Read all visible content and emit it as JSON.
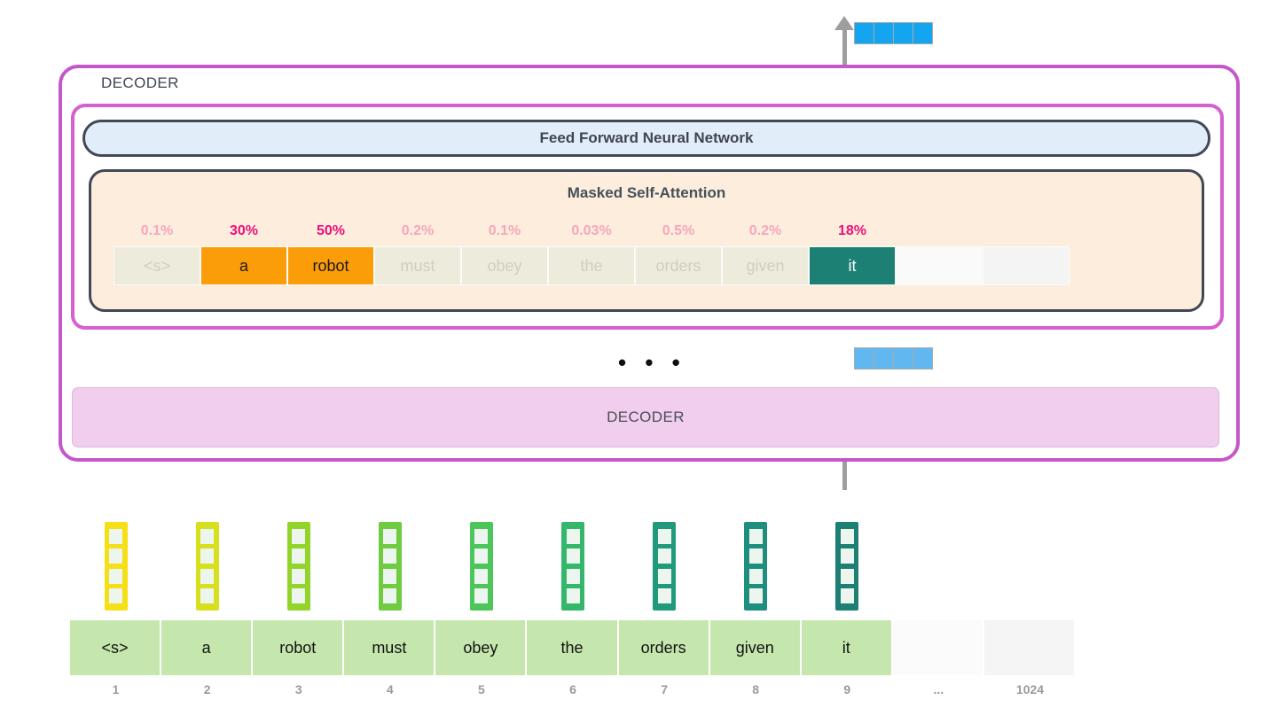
{
  "outer_decoder": {
    "label": "DECODER"
  },
  "ffnn": {
    "label": "Feed Forward Neural Network"
  },
  "self_attention": {
    "label": "Masked Self-Attention",
    "percentages": [
      {
        "value": "0.1%",
        "emphasis": "low"
      },
      {
        "value": "30%",
        "emphasis": "high"
      },
      {
        "value": "50%",
        "emphasis": "high"
      },
      {
        "value": "0.2%",
        "emphasis": "low"
      },
      {
        "value": "0.1%",
        "emphasis": "low"
      },
      {
        "value": "0.03%",
        "emphasis": "low"
      },
      {
        "value": "0.5%",
        "emphasis": "low"
      },
      {
        "value": "0.2%",
        "emphasis": "low"
      },
      {
        "value": "18%",
        "emphasis": "high"
      }
    ],
    "tokens": [
      {
        "text": "<s>",
        "state": "dim"
      },
      {
        "text": "a",
        "state": "orange"
      },
      {
        "text": "robot",
        "state": "orange"
      },
      {
        "text": "must",
        "state": "dim"
      },
      {
        "text": "obey",
        "state": "dim"
      },
      {
        "text": "the",
        "state": "dim"
      },
      {
        "text": "orders",
        "state": "dim"
      },
      {
        "text": "given",
        "state": "dim"
      },
      {
        "text": "it",
        "state": "teal"
      },
      {
        "text": "",
        "state": "empty"
      },
      {
        "text": "",
        "state": "empty2"
      }
    ]
  },
  "ellipsis": {
    "label": "• • •"
  },
  "bottom_decoder": {
    "label": "DECODER"
  },
  "output_vectors": {
    "top": {
      "cells": 4,
      "color": "#14a5f0"
    },
    "middle": {
      "cells": 4,
      "color": "#61b8f0"
    }
  },
  "embeddings": {
    "cells_per_vector": 4,
    "colors": [
      "#f5df17",
      "#d7e01c",
      "#93d42b",
      "#6fcb3f",
      "#4cc55a",
      "#33b86b",
      "#219a7c",
      "#1e8f7e",
      "#1c8075"
    ]
  },
  "input_tokens": [
    {
      "text": "<s>",
      "state": "filled"
    },
    {
      "text": "a",
      "state": "filled"
    },
    {
      "text": "robot",
      "state": "filled"
    },
    {
      "text": "must",
      "state": "filled"
    },
    {
      "text": "obey",
      "state": "filled"
    },
    {
      "text": "the",
      "state": "filled"
    },
    {
      "text": "orders",
      "state": "filled"
    },
    {
      "text": "given",
      "state": "filled"
    },
    {
      "text": "it",
      "state": "filled"
    },
    {
      "text": "",
      "state": "empty"
    },
    {
      "text": "",
      "state": "empty2"
    }
  ],
  "position_indices": [
    "1",
    "2",
    "3",
    "4",
    "5",
    "6",
    "7",
    "8",
    "9",
    "...",
    "1024"
  ],
  "palette": {
    "outer_border": "#c457ca",
    "inner_border": "#d65fd2",
    "block_border": "#424855",
    "ffnn_fill": "#e2edfa",
    "attention_fill": "#fdeddc",
    "decoder_fill": "#f1cdee",
    "token_fill": "#c5e7ad",
    "highlight_orange": "#fb9d09",
    "highlight_teal": "#1c8075",
    "pct_high": "#ec0f7c",
    "pct_low": "#f7a6bd",
    "flow_line": "#9e9e9e"
  }
}
